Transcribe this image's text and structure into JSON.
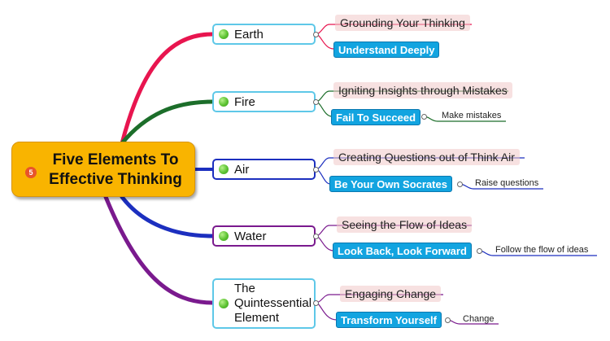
{
  "central": {
    "title": "Five Elements To Effective Thinking",
    "badge": "5"
  },
  "colors": {
    "central_fill": "#f9b400",
    "topic_border": "#5ec8e8",
    "highlight_fill": "#12a4e0",
    "earth_branch": "#e8154f",
    "fire_branch": "#1c6e2a",
    "air_branch": "#1c2fbf",
    "water_branch": "#7a1a8e",
    "quintessential_branch": "#7a1a8e"
  },
  "branches": [
    {
      "topic": "Earth",
      "subtopic": "Grounding Your Thinking",
      "highlight": "Understand Deeply",
      "leaf": ""
    },
    {
      "topic": "Fire",
      "subtopic": "Igniting Insights through Mistakes",
      "highlight": "Fail To Succeed",
      "leaf": "Make mistakes"
    },
    {
      "topic": "Air",
      "subtopic": "Creating Questions out of Think Air",
      "highlight": "Be Your Own Socrates",
      "leaf": "Raise questions"
    },
    {
      "topic": "Water",
      "subtopic": "Seeing the Flow of Ideas",
      "highlight": "Look Back, Look Forward",
      "leaf": "Follow the flow of ideas"
    },
    {
      "topic": "The Quintessential Element",
      "subtopic": "Engaging Change",
      "highlight": "Transform Yourself",
      "leaf": "Change"
    }
  ]
}
